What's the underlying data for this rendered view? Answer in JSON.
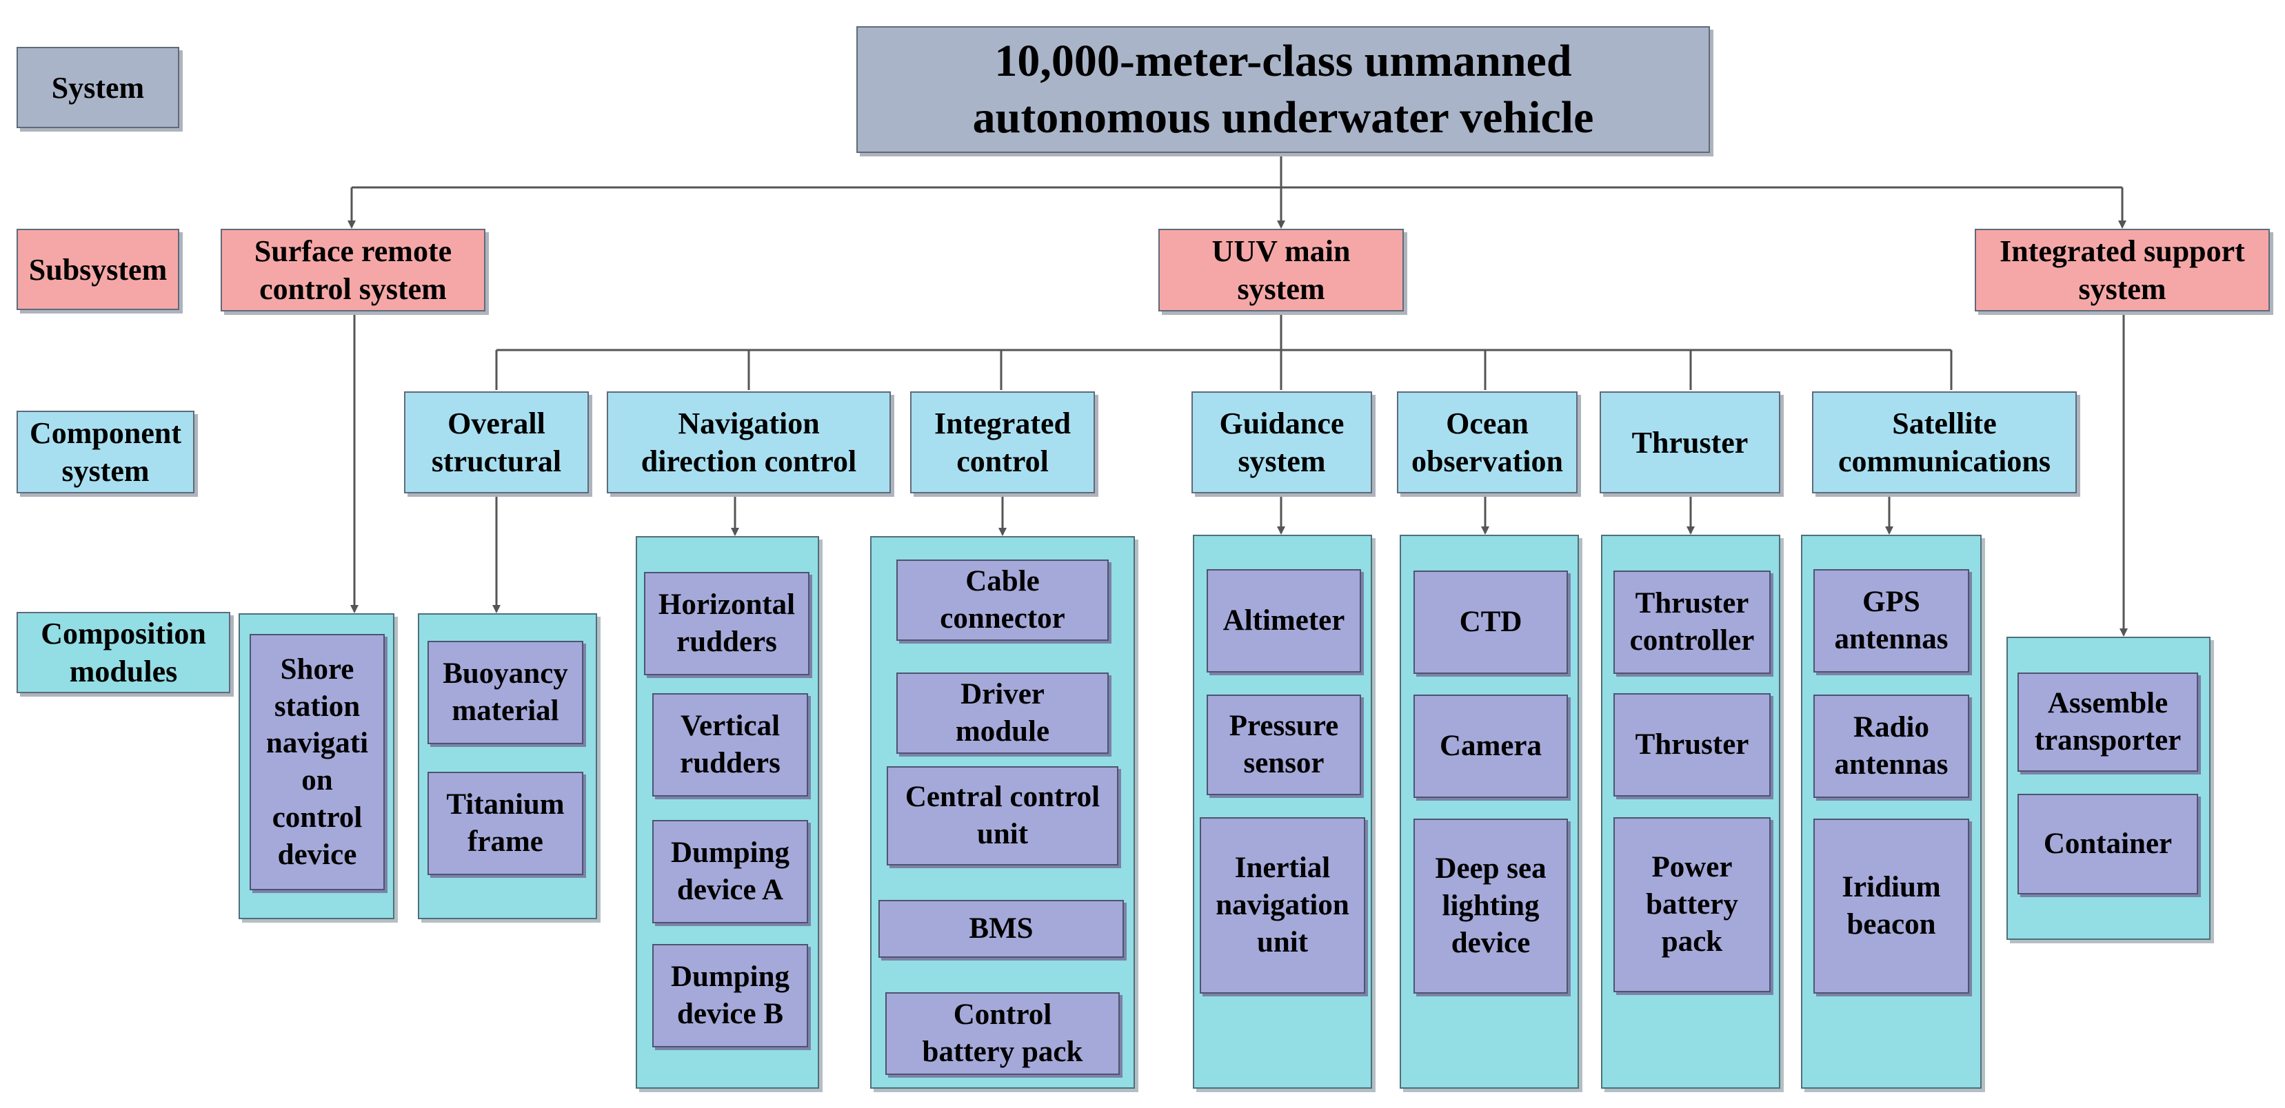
{
  "legend": {
    "system": "System",
    "subsystem": "Subsystem",
    "component_system": "Component\nsystem",
    "composition_modules": "Composition\nmodules"
  },
  "root": {
    "label": "10,000-meter-class unmanned\nautonomous underwater vehicle"
  },
  "subsystems": {
    "surface": "Surface remote\ncontrol system",
    "main": "UUV main\nsystem",
    "support": "Integrated support\nsystem"
  },
  "components": {
    "overall": "Overall\nstructural",
    "navigation": "Navigation\ndirection control",
    "integrated": "Integrated\ncontrol",
    "guidance": "Guidance\nsystem",
    "ocean": "Ocean\nobservation",
    "thruster": "Thruster",
    "satellite": "Satellite\ncommunications"
  },
  "modules": {
    "surface": [
      "Shore\nstation\nnavigati\non\ncontrol\ndevice"
    ],
    "overall": [
      "Buoyancy\nmaterial",
      "Titanium\nframe"
    ],
    "navigation": [
      "Horizontal\nrudders",
      "Vertical\nrudders",
      "Dumping\ndevice A",
      "Dumping\ndevice B"
    ],
    "integrated": [
      "Cable\nconnector",
      "Driver\nmodule",
      "Central control\nunit",
      "BMS",
      "Control\nbattery pack"
    ],
    "guidance": [
      "Altimeter",
      "Pressure\nsensor",
      "Inertial\nnavigation\nunit"
    ],
    "ocean": [
      "CTD",
      "Camera",
      "Deep sea\nlighting\ndevice"
    ],
    "thruster": [
      "Thruster\ncontroller",
      "Thruster",
      "Power\nbattery\npack"
    ],
    "satellite": [
      "GPS\nantennas",
      "Radio\nantennas",
      "Iridium\nbeacon"
    ],
    "support": [
      "Assemble\ntransporter",
      "Container"
    ]
  },
  "colors": {
    "system": "#a9b4c8",
    "subsystem": "#f5a7a7",
    "component": "#a8dff0",
    "module": "#a5a9d9",
    "panel": "#93dde4",
    "line": "#555555"
  }
}
